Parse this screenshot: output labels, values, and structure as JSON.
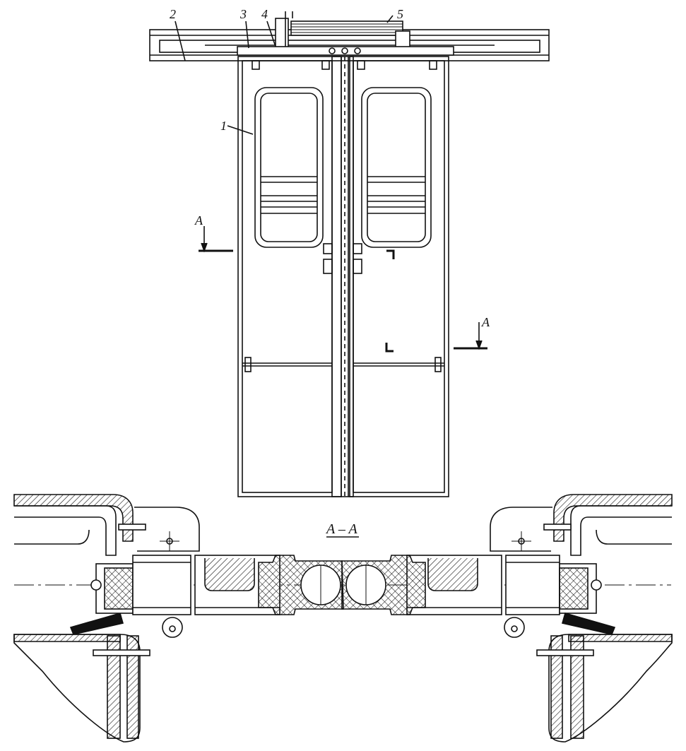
{
  "figure": {
    "callouts": {
      "door_leaf": "1",
      "guide_rail": "2",
      "carriage": "3",
      "bracket": "4",
      "drive_cylinder": "5"
    },
    "section_marker": "A",
    "section_title": "A – A"
  }
}
